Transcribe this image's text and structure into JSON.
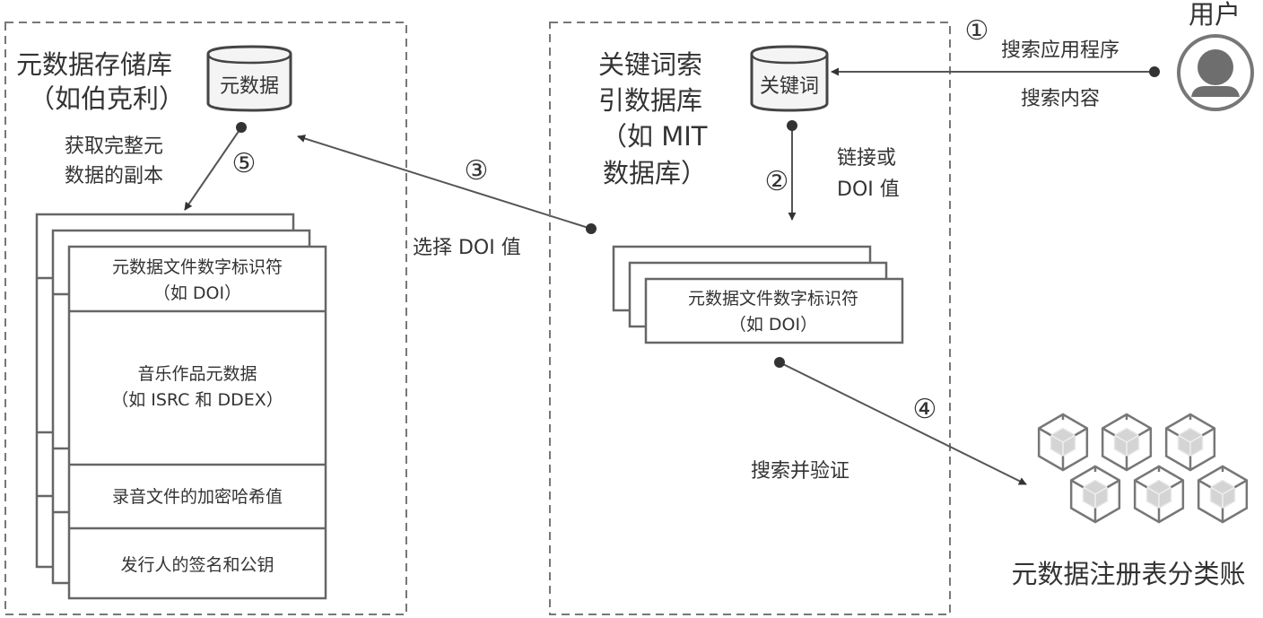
{
  "repository": {
    "title_line1": "元数据存储库",
    "title_line2": "（如伯克利）",
    "db_label": "元数据",
    "fetch_label_line1": "获取完整元",
    "fetch_label_line2": "数据的副本",
    "record": {
      "doi_line1": "元数据文件数字标识符",
      "doi_line2": "（如 DOI）",
      "music_line1": "音乐作品元数据",
      "music_line2": "（如 ISRC 和 DDEX）",
      "hash": "录音文件的加密哈希值",
      "signature": "发行人的签名和公钥"
    }
  },
  "index": {
    "title_line1": "关键词索",
    "title_line2": "引数据库",
    "title_line3": "（如 MIT",
    "title_line4": "数据库）",
    "db_label": "关键词",
    "link_label_line1": "链接或",
    "link_label_line2": "DOI 值",
    "record_line1": "元数据文件数字标识符",
    "record_line2": "（如 DOI）",
    "verify_label": "搜索并验证"
  },
  "select_doi_label": "选择 DOI 值",
  "user": {
    "label": "用户",
    "search_app_label": "搜索应用程序",
    "search_content_label": "搜索内容"
  },
  "ledger": {
    "label": "元数据注册表分类账",
    "block_count": 6
  },
  "steps": [
    "①",
    "②",
    "③",
    "④",
    "⑤"
  ]
}
